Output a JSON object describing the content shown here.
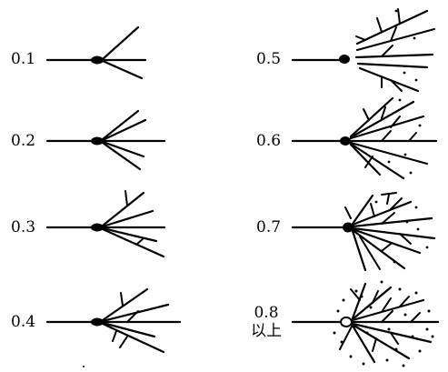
{
  "items": [
    {
      "label": "0.1",
      "sublabel": ""
    },
    {
      "label": "0.2",
      "sublabel": ""
    },
    {
      "label": "0.3",
      "sublabel": ""
    },
    {
      "label": "0.4",
      "sublabel": ""
    },
    {
      "label": "0.5",
      "sublabel": ""
    },
    {
      "label": "0.6",
      "sublabel": ""
    },
    {
      "label": "0.7",
      "sublabel": ""
    },
    {
      "label": "0.8",
      "sublabel": "以上"
    }
  ]
}
